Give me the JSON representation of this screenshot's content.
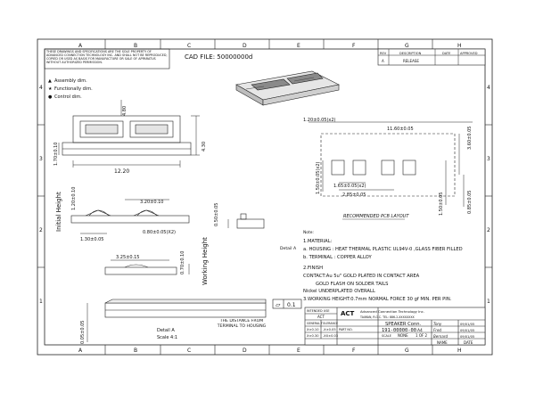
{
  "columns": [
    "A",
    "B",
    "C",
    "D",
    "E",
    "F",
    "G",
    "H"
  ],
  "rows": [
    "4",
    "3",
    "2",
    "1"
  ],
  "copyright_note": "THESE DRAWINGS AND SPECIFICATIONS ARE THE SOLE PROPERTY OF ADVANCED CONNECTION TECHNOLOGY INC. AND SHALL NOT BE REPRODUCED, COPIED OR USED AS BASIS FOR MANUFACTURE OR SALE OF APPARATUS WITHOUT AUTHORIZED PERMISSION.",
  "cad_file": "CAD FILE: 50000000d",
  "revision_table": {
    "headers": [
      "REV",
      "DESCRIPTION",
      "DATE",
      "APPROVED"
    ],
    "row": [
      "A",
      "RELEASE",
      "",
      ""
    ]
  },
  "legend": [
    {
      "symbol": "▲",
      "text": "Assembly dim."
    },
    {
      "symbol": "★",
      "text": "Functionally dim."
    },
    {
      "symbol": "●",
      "text": "Control dim."
    }
  ],
  "dims_top": {
    "height_480": "4.80",
    "height_430": "4.30",
    "left_170": "1.70±0.10",
    "width_1220": "12.20"
  },
  "pcb": {
    "pitch": "1.20±0.05(x2)",
    "width": "11.60±0.05",
    "right_h": "3.60±0.05",
    "pad_w": "1.65±0.05(x2)",
    "pad_span": "2.85±0.05",
    "left_v": "1.50±0.05(x2)",
    "right_v1": "1.50±0.05",
    "right_v2": "0.85±0.05",
    "caption": "RECOMMENDED PCB LAYOUT"
  },
  "initial_height_label": "Initial Height",
  "working_height_label": "Working Height",
  "dims_side": {
    "h120": "1.20±0.10",
    "w320": "3.20±0.10",
    "w080": "0.80±0.05(X2)",
    "w130": "1.30±0.05",
    "v050": "0.50±0.05",
    "w325": "3.25±0.15",
    "h070": "0.70±0.10"
  },
  "flatness": {
    "symbol": "▱",
    "value": "0.1"
  },
  "detail_v": "0.05±0.05",
  "distance_note": "THE DISTANCE FROM TERMINAL TO HOUSING",
  "detail_a": [
    "Detail A",
    "Scale 4:1"
  ],
  "notes": {
    "note_label": "Note:",
    "material_title": "1.MATERIAL:",
    "detail_a_tag": "Detail A",
    "material_a": "a. HOUSING : HEAT THERMAL PLASTIC UL94V-0 ,GLASS FIBER FILLED",
    "material_b": "b. TERMINAL : COPPER ALLOY",
    "finish_title": "2.FINISH",
    "finish_1": "CONTACT:Au 5u\" GOLD PLATED IN CONTACT AREA",
    "finish_2": "GOLD FLASH ON SOLDER TAILS",
    "finish_3": "Nickel UNDERPLATED OVERALL",
    "note_3": "3.WORKING HEIGHT:0.7mm NORMAL FORCE 30 gf MIN. PER PIN."
  },
  "title_block": {
    "intended_use_label": "INTENDED USE",
    "intended_use": "ACT",
    "tolerance_label": "GENERAL TOLERANCE",
    "tol_1": "X±0.10",
    "tol_2": ".X±0.05",
    "tol_3": "X±0.30",
    "tol_4": ".XX±0.03",
    "company": "Advanced Connection Technology Inc.",
    "company_addr": "TAIWAN, R.O.C. TEL: 886-2-XXXXXXXX",
    "logo": "ACT",
    "product_name": "SPEAKER Conn.",
    "part_label": "PART NO.",
    "part_no": "191-00000-00",
    "size": "A4",
    "scale_label": "SCALE",
    "scale": "NONE",
    "sheet": "1 OF 2",
    "drawn": "Tony",
    "checked": "Fred",
    "approved": "Bernard",
    "date_1": "09/01/05",
    "date_2": "09/01/05",
    "date_3": "09/01/05",
    "name_label": "NAME",
    "date_label": "DATE"
  }
}
